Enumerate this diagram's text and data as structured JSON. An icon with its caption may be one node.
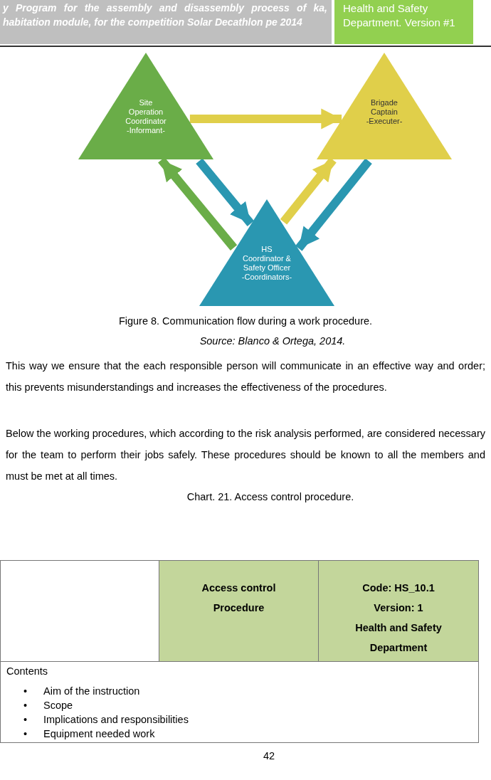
{
  "diagram": {
    "caption": "Figure 8. Communication flow during a work procedure.",
    "nodes": [
      {
        "text": [
          "Site Operation Coordinator",
          "-Informant-"
        ]
      },
      {
        "text": [
          "Brigade Captain",
          "-Executer-"
        ]
      },
      {
        "text": [
          "HS Coordinator & Safety Officer",
          "-Coordinators-"
        ]
      }
    ],
    "edges": [
      {
        "from": 0,
        "to": 1,
        "arrow": "to",
        "color": "#e0cf4a"
      },
      {
        "from": 0,
        "to": 2,
        "arrow": "to",
        "color": "#2a97b1"
      },
      {
        "from": 2,
        "to": 0,
        "arrow": "to",
        "color": "#6aad48"
      },
      {
        "from": 2,
        "to": 1,
        "arrow": "to",
        "color": "#e0cf4a"
      },
      {
        "from": 1,
        "to": 2,
        "arrow": "to",
        "color": "#2a97b1"
      }
    ],
    "labels": [
      "y Program for the assembly and disassembly process of ka, habitation module, for the competition Solar Decathlon pe 2014",
      "Health and Safety Department. Version #1",
      "Source: Blanco & Ortega, 2014.",
      "This way we ensure that the each responsible person will communicate in an effective way and order; this prevents misunderstandings and increases the effectiveness of the procedures.",
      "Below the working procedures, which according to the risk analysis performed, are considered necessary for the team to perform their jobs safely. These procedures should be known to all the members and must be met at all times.",
      "Chart. 21. Access control procedure.",
      "Access control Procedure",
      "Code: HS_10.1",
      "Version: 1",
      "Health and Safety Department",
      "Contents",
      "•",
      "Aim of the instruction",
      "•",
      "Scope",
      "•",
      "Implications and responsibilities",
      "•",
      "Equipment needed work",
      "42"
    ]
  }
}
